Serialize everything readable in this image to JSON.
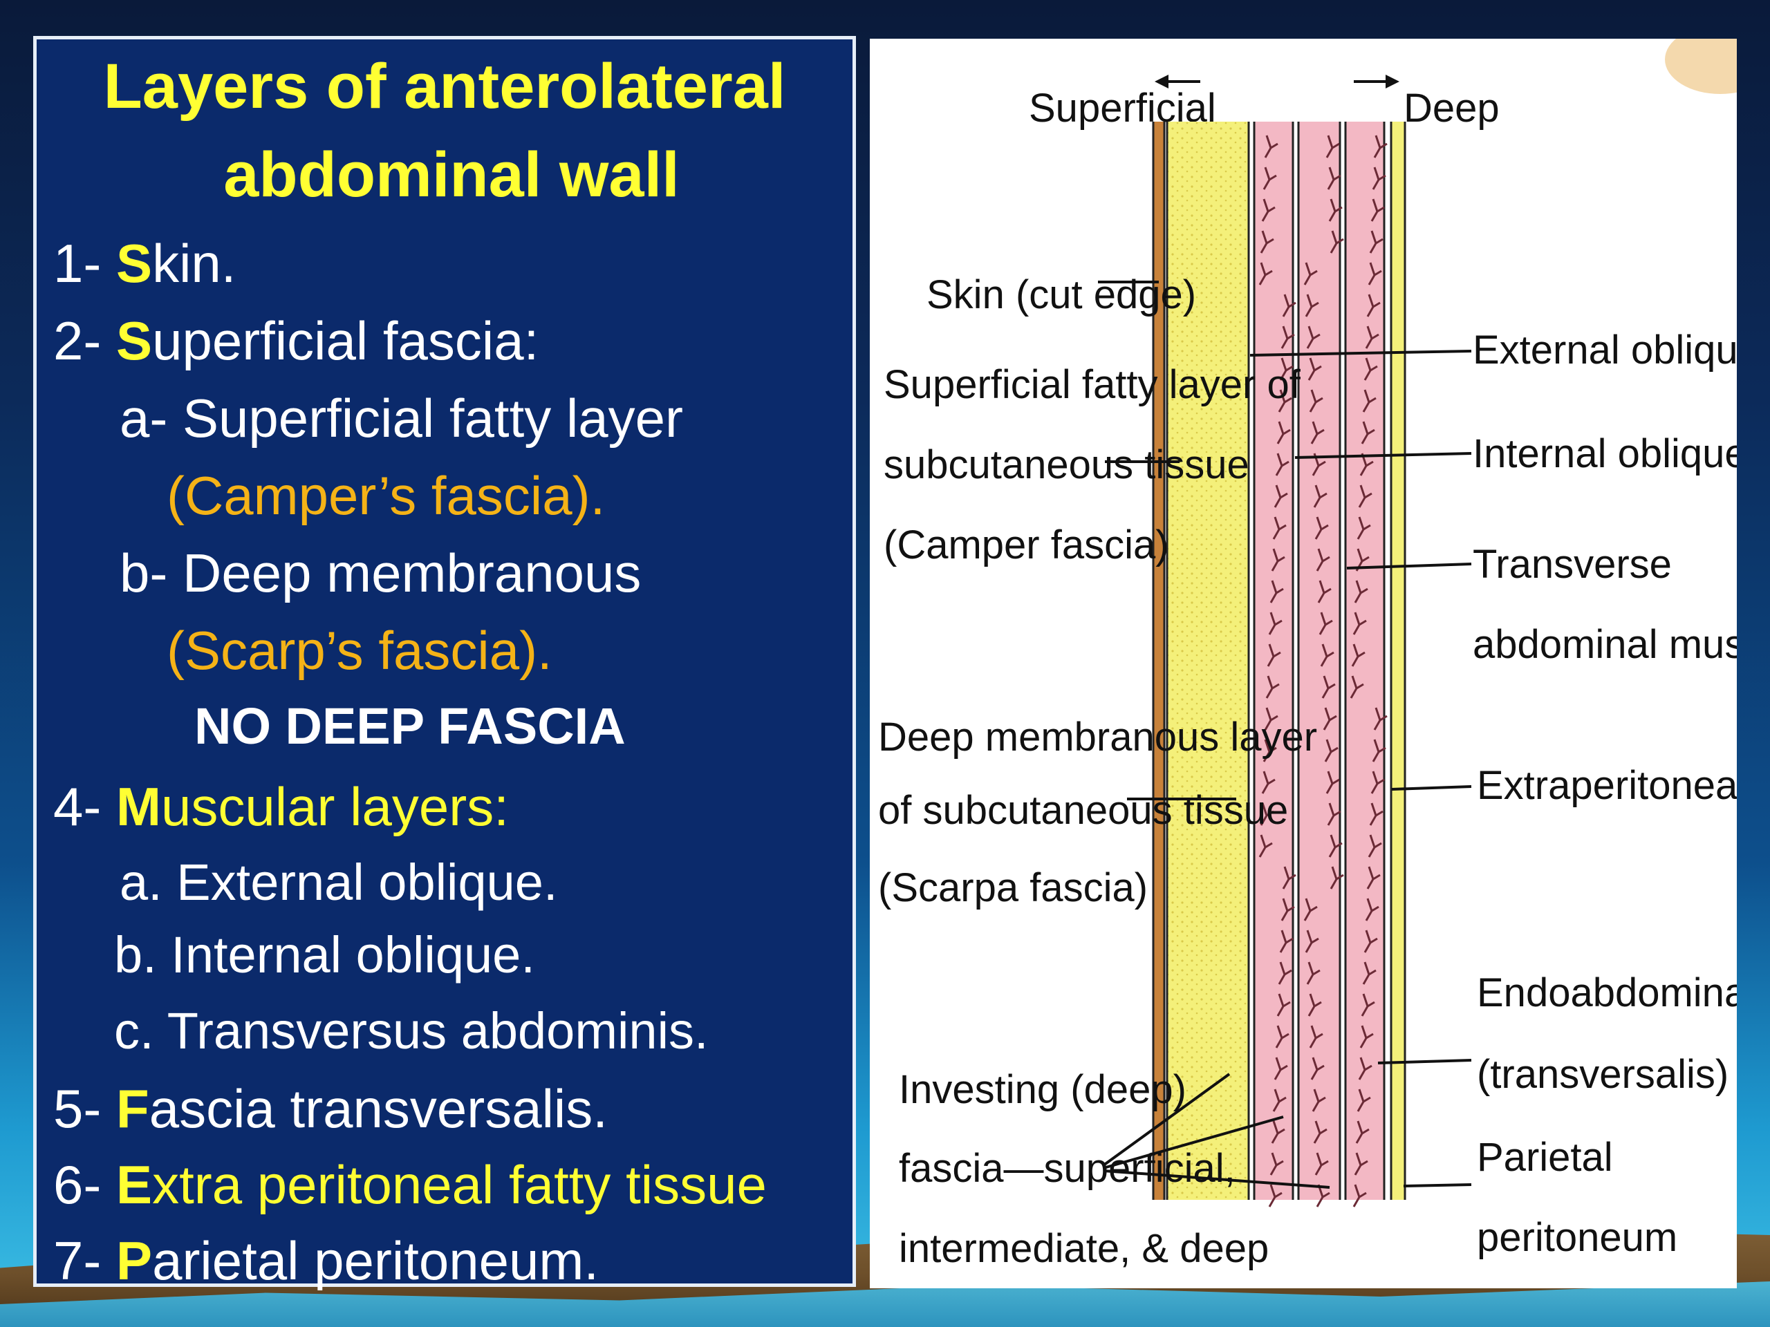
{
  "slide": {
    "title_line1": "Layers of anterolateral",
    "title_line2": "abdominal wall",
    "items": [
      {
        "num": "1- ",
        "initial": "S",
        "rest": "kin."
      },
      {
        "num": "2- ",
        "initial": "S",
        "rest": "uperficial fascia:"
      },
      {
        "text": "a- Superficial fatty layer"
      },
      {
        "text": "(Camper’s fascia)."
      },
      {
        "text": "b- Deep membranous"
      },
      {
        "text": "(Scarp’s fascia)."
      },
      {
        "text": "NO DEEP FASCIA"
      },
      {
        "num": "4- ",
        "initial": "M",
        "rest": "uscular layers:"
      },
      {
        "text": "a. External oblique."
      },
      {
        "text": "b. Internal oblique."
      },
      {
        "text": "c. Transversus abdominis."
      },
      {
        "num": "5- ",
        "initial": "F",
        "rest": "ascia transversalis."
      },
      {
        "num": "6- ",
        "initial": "E",
        "rest": "xtra peritoneal fatty tissue"
      },
      {
        "num": "7- ",
        "initial": "P",
        "rest": "arietal peritoneum."
      }
    ]
  },
  "figure": {
    "direction_left": "Superficial",
    "direction_right": "Deep",
    "labels_left": [
      [
        "Skin (cut edge)"
      ],
      [
        "Superficial fatty layer of",
        "subcutaneous tissue",
        "(Camper fascia)"
      ],
      [
        "Deep membranous layer",
        "of subcutaneous tissue",
        "(Scarpa fascia)"
      ],
      [
        "Investing (deep)",
        "fascia—superficial,",
        "intermediate, & deep"
      ]
    ],
    "labels_right": [
      [
        "External oblique muscle"
      ],
      [
        "Internal oblique muscle"
      ],
      [
        "Transverse",
        "abdominal muscle"
      ],
      [
        "Extraperitoneal fat"
      ],
      [
        "Endoabdominal",
        "(transversalis) fascia"
      ],
      [
        "Parietal",
        "peritoneum"
      ]
    ],
    "colors": {
      "fat": "#f4f07a",
      "muscle": "#f3b8c4",
      "skin": "#c8823a",
      "fibers": "#6b2a36"
    }
  }
}
